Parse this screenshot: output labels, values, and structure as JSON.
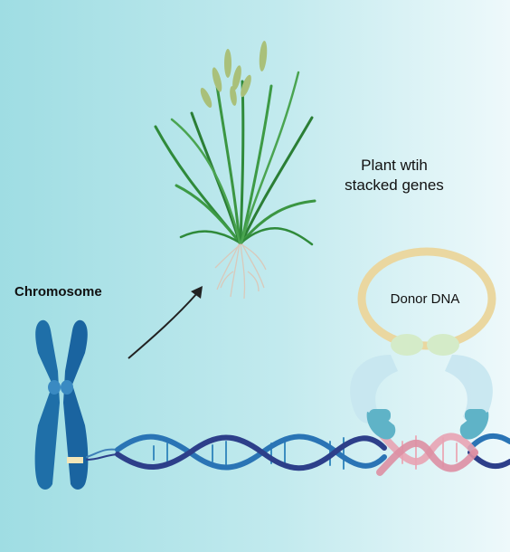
{
  "labels": {
    "chromosome": "Chromosome",
    "plant_line1": "Plant wtih",
    "plant_line2": "stacked genes",
    "donor_dna": "Donor DNA"
  },
  "colors": {
    "chromosome": "#1f6fa8",
    "dna_strand_a": "#2a74b5",
    "dna_strand_b": "#2d3f8a",
    "donor_ring": "#ead7a0",
    "donor_insert": "#e8a3b3",
    "protein": "#5fb3c7",
    "leaf": "#2f8a3a",
    "seed_head": "#a9c07a",
    "roots": "#d8c8b8"
  }
}
